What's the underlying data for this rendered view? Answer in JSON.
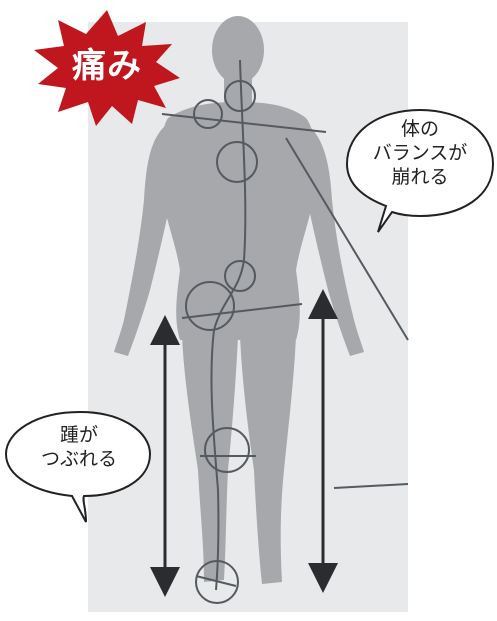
{
  "badge": {
    "label": "痛み",
    "color": "#c0161d"
  },
  "callouts": {
    "balance": {
      "lines": [
        "体の",
        "バランスが",
        "崩れる"
      ]
    },
    "heel": {
      "lines": [
        "踵が",
        "つぶれる"
      ]
    }
  },
  "colors": {
    "silhouette": "#a6a8ab",
    "lines": "#555a60",
    "arrows": "#2a2c2f",
    "background": "#e8e9eb"
  }
}
